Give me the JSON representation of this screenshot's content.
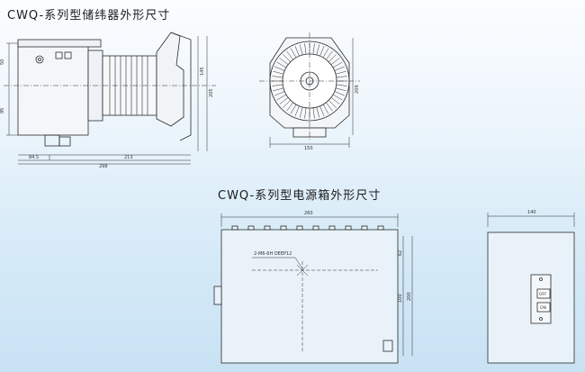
{
  "titles": {
    "storage_unit": "CWQ-系列型储纬器外形尺寸",
    "power_box": "CWQ-系列型电源箱外形尺寸"
  },
  "storage_side_view": {
    "dim_top_left": "50",
    "dim_bottom_left": "95",
    "dim_right_height": "205",
    "dim_right_small": "145",
    "dim_bottom_1": "84.5",
    "dim_bottom_2": "213",
    "dim_bottom_total": "298"
  },
  "storage_front_view": {
    "dim_width": "150",
    "dim_height": "209"
  },
  "power_box_front": {
    "dim_width": "260",
    "dim_hole_note": "2-M6-6H DEEP12",
    "dim_top_offset": "62",
    "dim_mid": "100",
    "dim_height": "200"
  },
  "power_box_side": {
    "dim_width": "140",
    "switch_off": "OFF",
    "switch_on": "ON"
  }
}
